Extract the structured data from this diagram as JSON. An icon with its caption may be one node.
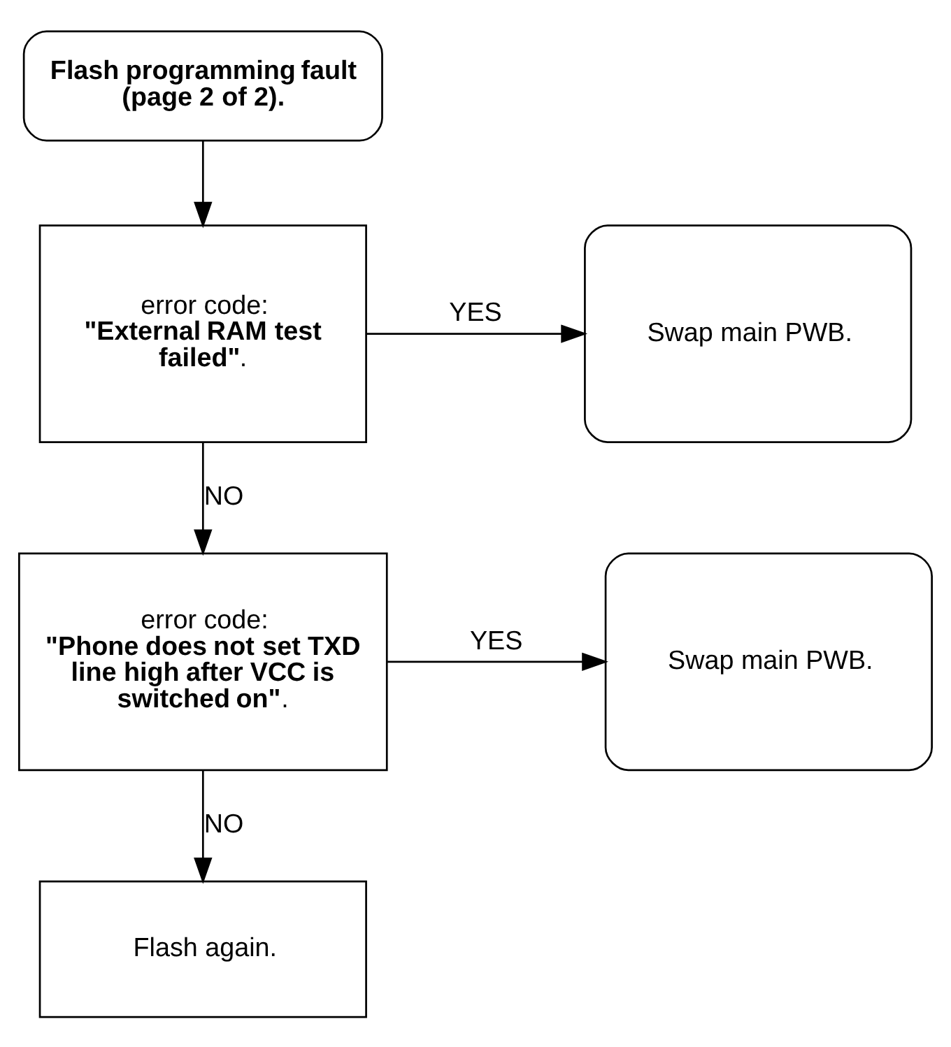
{
  "diagram": {
    "nodes": [
      {
        "text": [
          "Flash programming fault (page 2 of 2)."
        ]
      },
      {
        "text": [
          "error code:",
          "**\"External RAM test failed\"**."
        ]
      },
      {
        "text": [
          "Swap main PWB."
        ]
      },
      {
        "text": [
          "error code:",
          "**\"Phone does not set TXD line high after VCC is switched on\"**."
        ]
      },
      {
        "text": [
          "Swap main PWB."
        ]
      },
      {
        "text": [
          "Flash again."
        ]
      }
    ],
    "edges": [
      {
        "from": 0,
        "to": 1,
        "arrow": "to"
      },
      {
        "from": 1,
        "to": 2,
        "arrow": "to",
        "label": "YES"
      },
      {
        "from": 1,
        "to": 3,
        "arrow": "to",
        "label": "NO"
      },
      {
        "from": 3,
        "to": 4,
        "arrow": "to",
        "label": "YES"
      },
      {
        "from": 3,
        "to": 5,
        "arrow": "to",
        "label": "NO"
      }
    ]
  }
}
